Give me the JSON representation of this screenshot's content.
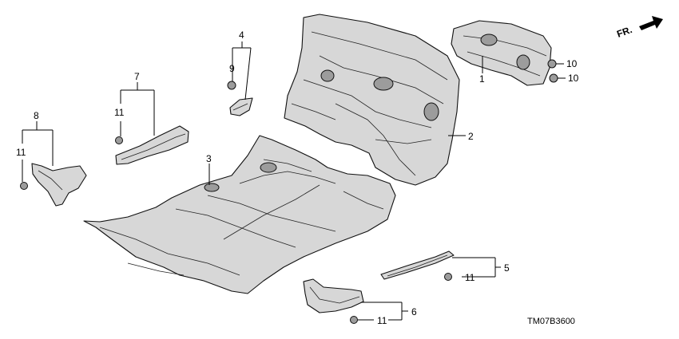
{
  "direction_label": "FR.",
  "diagram_code": "TM07B3600",
  "callouts": {
    "c1": "1",
    "c2": "2",
    "c3": "3",
    "c4": "4",
    "c5": "5",
    "c6": "6",
    "c7": "7",
    "c8": "8",
    "c9": "9",
    "c10a": "10",
    "c10b": "10",
    "c11_7": "11",
    "c11_8": "11",
    "c11_5": "11",
    "c11_6": "11"
  },
  "colors": {
    "line": "#000000",
    "part_fill": "#d7d7d7",
    "part_shadow": "#9c9c9c"
  }
}
